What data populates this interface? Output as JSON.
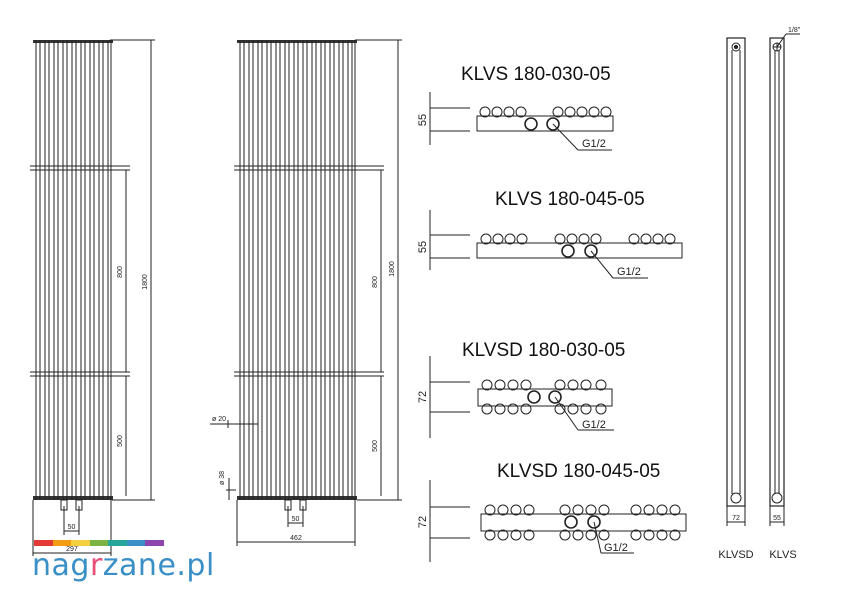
{
  "views": {
    "front1": {
      "height": "1800",
      "spacing_upper": "800",
      "spacing_lower": "500",
      "connection": "50",
      "width": "297"
    },
    "front2": {
      "height": "1800",
      "spacing_upper": "800",
      "spacing_lower": "500",
      "connection": "50",
      "width": "462",
      "tube_diameter": "ø 20",
      "collector_diameter": "ø 38"
    }
  },
  "sections": [
    {
      "title": "KLVS 180-030-05",
      "depth": "55",
      "thread": "G1/2"
    },
    {
      "title": "KLVS 180-045-05",
      "depth": "55",
      "thread": "G1/2"
    },
    {
      "title": "KLVSD 180-030-05",
      "depth": "72",
      "thread": "G1/2"
    },
    {
      "title": "KLVSD 180-045-05",
      "depth": "72",
      "thread": "G1/2"
    }
  ],
  "side_views": {
    "klvsd": {
      "label": "KLVSD",
      "depth": "72"
    },
    "klvs": {
      "label": "KLVS",
      "depth": "55",
      "vent": "1/8\""
    }
  },
  "logo": {
    "text_before": "nag",
    "text_highlight": "r",
    "text_after": "zane.pl",
    "bar_colors": [
      "#e53935",
      "#f39c12",
      "#f4d03f",
      "#7cb342",
      "#26a69a",
      "#3a8fc7",
      "#8e44ad"
    ]
  }
}
